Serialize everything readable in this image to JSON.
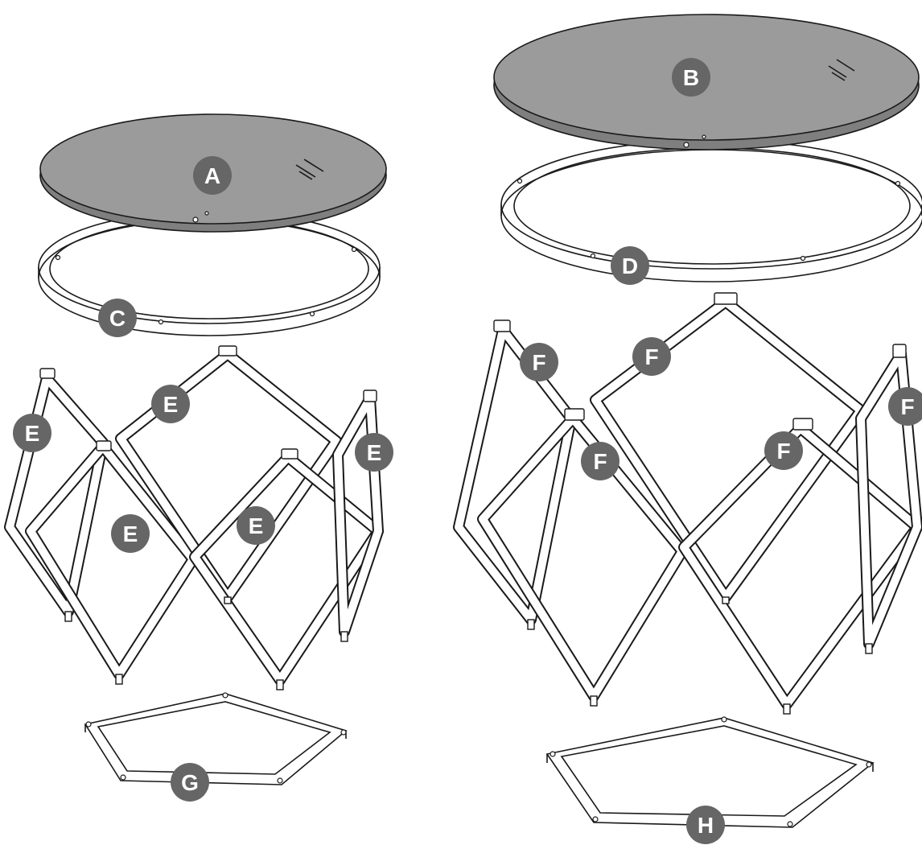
{
  "parts": {
    "a": "A",
    "b": "B",
    "c": "C",
    "d": "D",
    "e": "E",
    "f": "F",
    "g": "G",
    "h": "H"
  },
  "colors": {
    "glass": "#9b9b9b",
    "badge": "#666666",
    "line": "#1a1a1a"
  }
}
